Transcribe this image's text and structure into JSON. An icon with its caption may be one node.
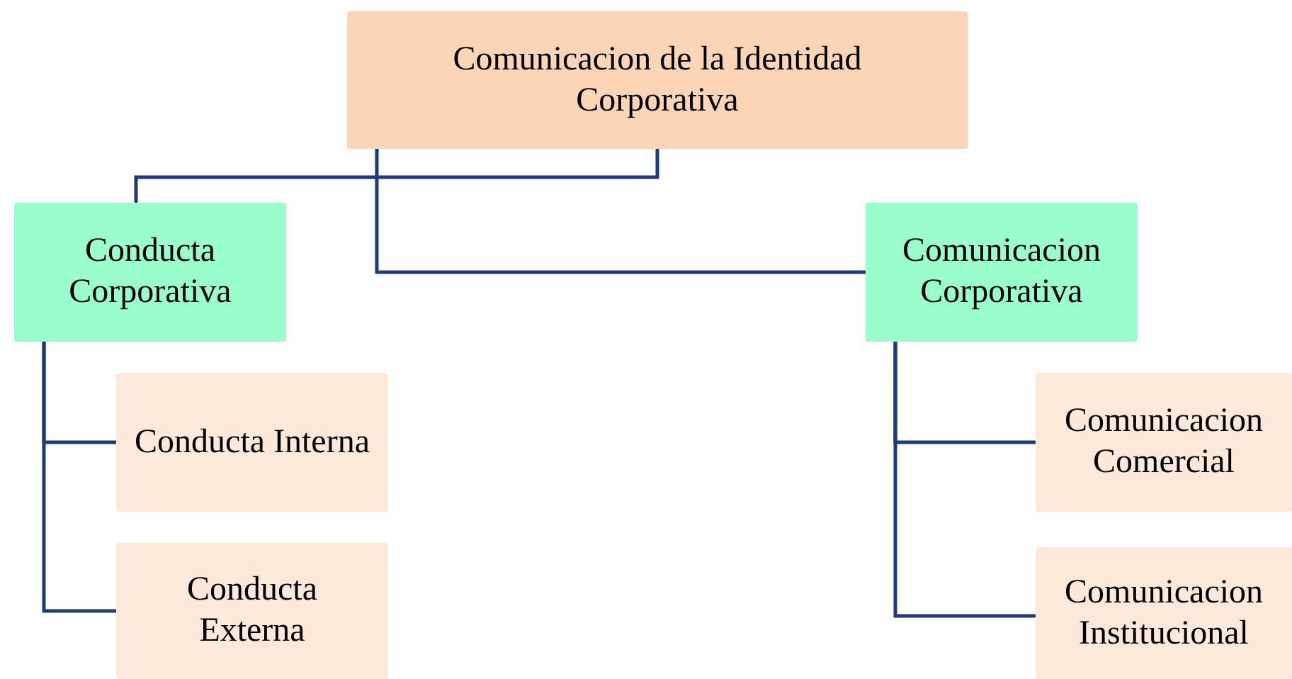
{
  "diagram": {
    "nodes": [
      {
        "text": [
          "Comunicacion de la Identidad Corporativa"
        ]
      },
      {
        "text": [
          "Conducta Corporativa"
        ]
      },
      {
        "text": [
          "Conducta Interna"
        ]
      },
      {
        "text": [
          "Conducta Externa"
        ]
      },
      {
        "text": [
          "Comunicacion Corporativa"
        ]
      },
      {
        "text": [
          "Comunicacion Comercial"
        ]
      },
      {
        "text": [
          "Comunicacion Institucional"
        ]
      }
    ],
    "edges": [
      {
        "from": 0,
        "to": 1,
        "arrow": "none"
      },
      {
        "from": 0,
        "to": 4,
        "arrow": "none"
      },
      {
        "from": 1,
        "to": 2,
        "arrow": "none"
      },
      {
        "from": 1,
        "to": 3,
        "arrow": "none"
      },
      {
        "from": 4,
        "to": 5,
        "arrow": "none"
      },
      {
        "from": 4,
        "to": 6,
        "arrow": "none"
      }
    ]
  }
}
